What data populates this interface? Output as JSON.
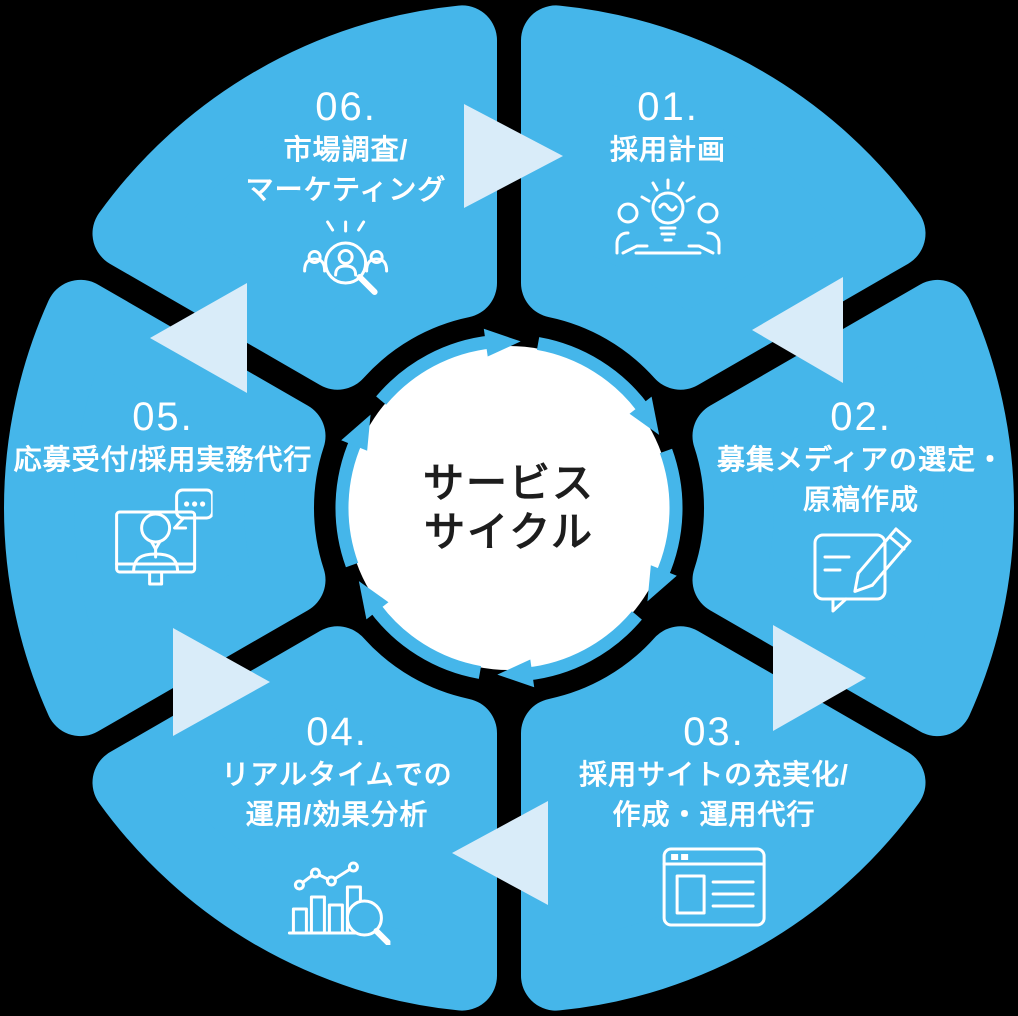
{
  "diagram_title": "サービスサイクル",
  "center": {
    "line1": "サービス",
    "line2": "サイクル"
  },
  "segments": [
    {
      "number": "01.",
      "title_lines": [
        "採用計画"
      ],
      "icon": "idea-meeting-icon"
    },
    {
      "number": "02.",
      "title_lines": [
        "募集メディアの選定・",
        "原稿作成"
      ],
      "icon": "writing-draft-icon"
    },
    {
      "number": "03.",
      "title_lines": [
        "採用サイトの充実化/",
        "作成・運用代行"
      ],
      "icon": "website-icon"
    },
    {
      "number": "04.",
      "title_lines": [
        "リアルタイムでの",
        "運用/効果分析"
      ],
      "icon": "analytics-icon"
    },
    {
      "number": "05.",
      "title_lines": [
        "応募受付/採用実務代行"
      ],
      "icon": "online-support-icon"
    },
    {
      "number": "06.",
      "title_lines": [
        "市場調査/",
        "マーケティング"
      ],
      "icon": "market-research-icon"
    }
  ],
  "colors": {
    "segment_blue": "#45b6ea",
    "arrow_light": "#d9ecf9",
    "text_white": "#ffffff",
    "center_text": "#1d1d1d",
    "background": "#000000"
  }
}
